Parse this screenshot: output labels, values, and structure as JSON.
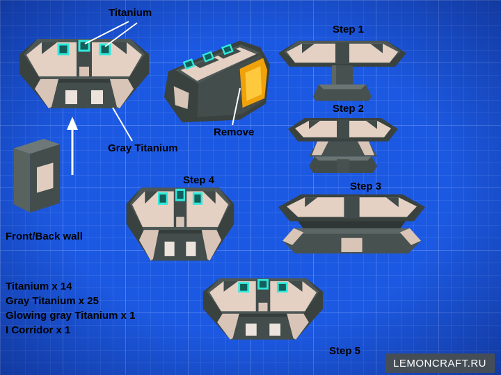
{
  "palette": {
    "background_blue": "#1c59e2",
    "grid_line": "#6f97f2",
    "gray_titanium": "#47514f",
    "titanium_panel": "#e4d1c4",
    "glowing_titanium": "#2fe8da",
    "remove_highlight": "#f0a20a",
    "annotation_line": "#ffffff",
    "label_text": "#000000",
    "watermark_bg": "#454e57",
    "watermark_text": "#ffffff"
  },
  "annotations": {
    "titanium": "Titanium",
    "remove": "Remove",
    "gray_titanium": "Gray Titanium",
    "front_back_wall": "Front/Back wall"
  },
  "steps": [
    {
      "label": "Step 1"
    },
    {
      "label": "Step 2"
    },
    {
      "label": "Step 3"
    },
    {
      "label": "Step 4"
    },
    {
      "label": "Step 5"
    }
  ],
  "materials": [
    "Titanium x 14",
    "Gray Titanium x 25",
    "Glowing gray Titanium x 1",
    "I Corridor x 1"
  ],
  "watermark": "LEMONCRAFT.RU"
}
